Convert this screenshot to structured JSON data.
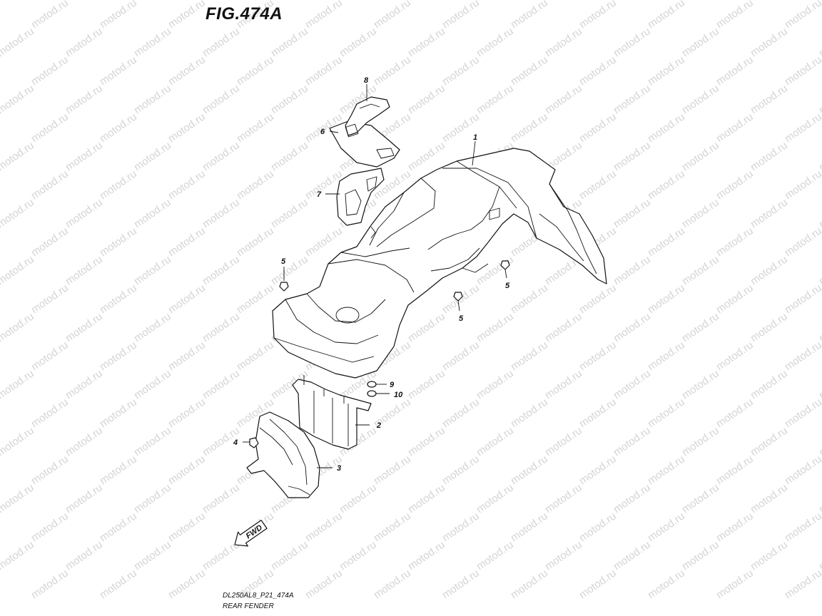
{
  "figure": {
    "title": "FIG.474A",
    "footer_code": "DL250AL8_P21_474A",
    "footer_title": "REAR FENDER"
  },
  "watermark": {
    "text": "motod.ru",
    "color": "#d4d4d4"
  },
  "callouts": [
    "1",
    "2",
    "3",
    "4",
    "5",
    "5",
    "5",
    "6",
    "7",
    "8",
    "9",
    "10"
  ],
  "direction_arrow": {
    "label": "FWD"
  }
}
